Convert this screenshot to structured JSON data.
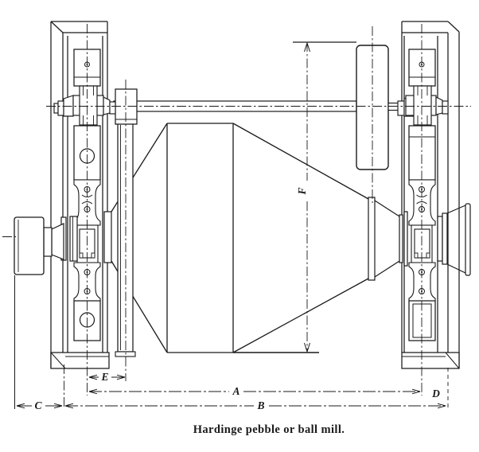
{
  "diagram": {
    "caption": "Hardinge pebble or ball mill.",
    "colors": {
      "background": "#ffffff",
      "ink": "#1a1a1a"
    },
    "dimension_labels": {
      "a": "A",
      "b": "B",
      "c": "C",
      "d": "D",
      "e": "E",
      "f": "F"
    }
  }
}
